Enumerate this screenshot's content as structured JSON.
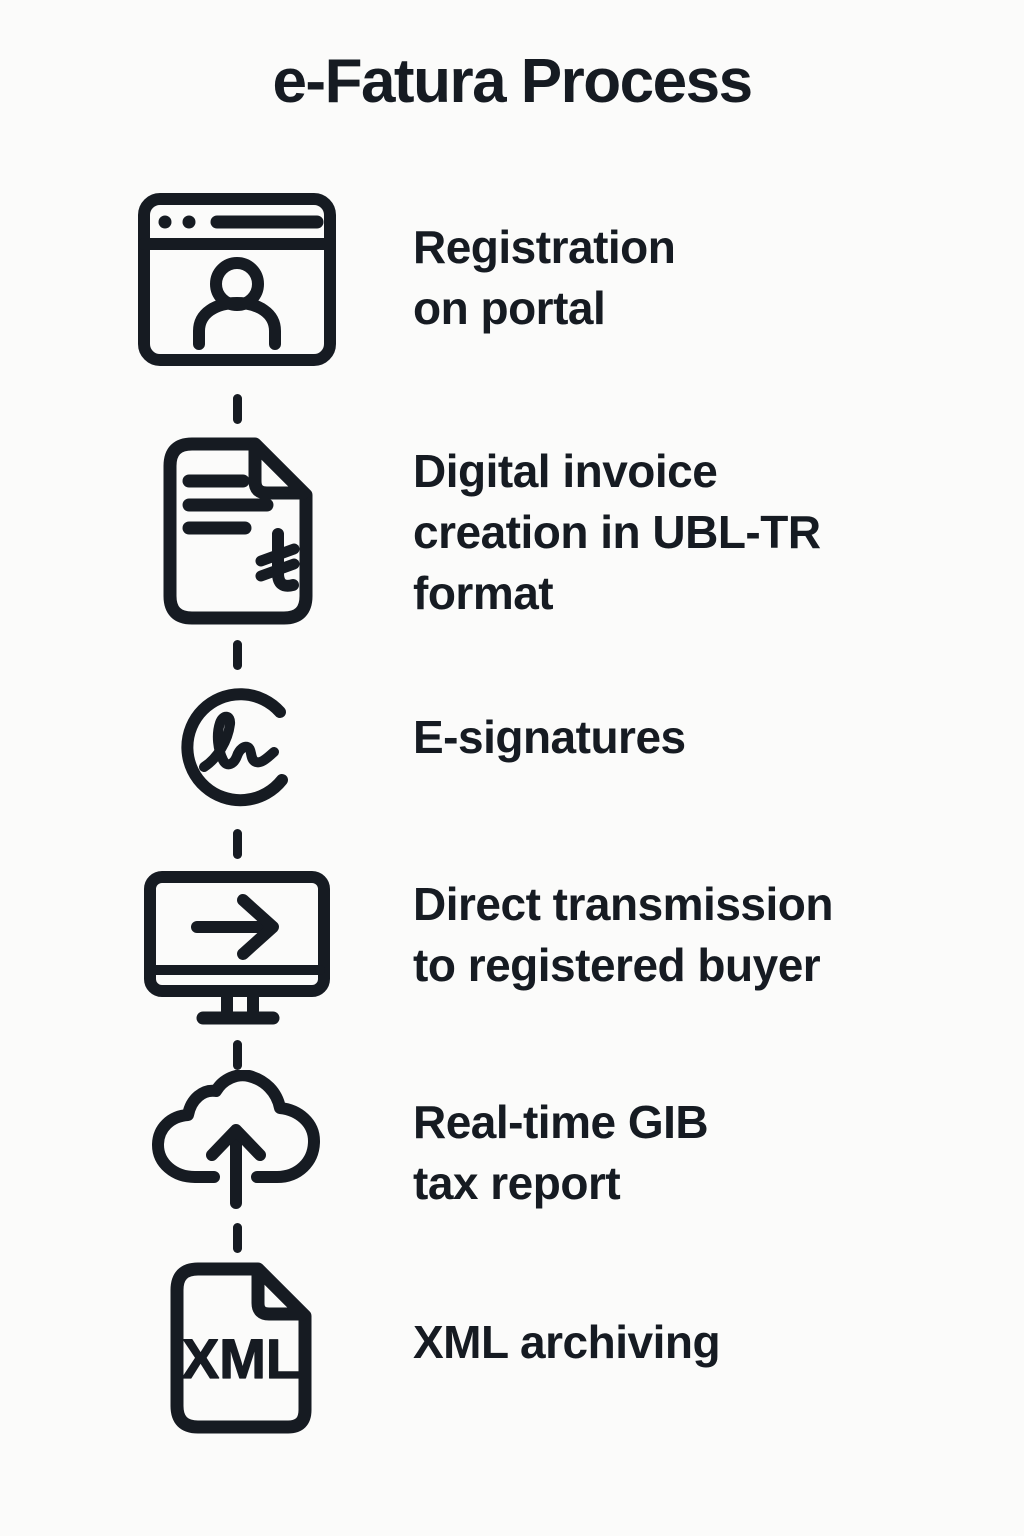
{
  "title": "e-Fatura Process",
  "colors": {
    "background": "#fbfbfa",
    "ink": "#161b22"
  },
  "steps": [
    {
      "icon": "browser-user-icon",
      "label": "Registration\non portal"
    },
    {
      "icon": "invoice-lira-document-icon",
      "label": "Digital invoice\ncreation in UBL-TR\nformat"
    },
    {
      "icon": "e-signature-circle-icon",
      "label": "E-signatures"
    },
    {
      "icon": "monitor-send-arrow-icon",
      "label": "Direct transmission\nto registered buyer"
    },
    {
      "icon": "cloud-upload-icon",
      "label": "Real-time GIB\ntax report"
    },
    {
      "icon": "xml-file-icon",
      "label": "XML archiving",
      "icon_text": "XML"
    }
  ]
}
